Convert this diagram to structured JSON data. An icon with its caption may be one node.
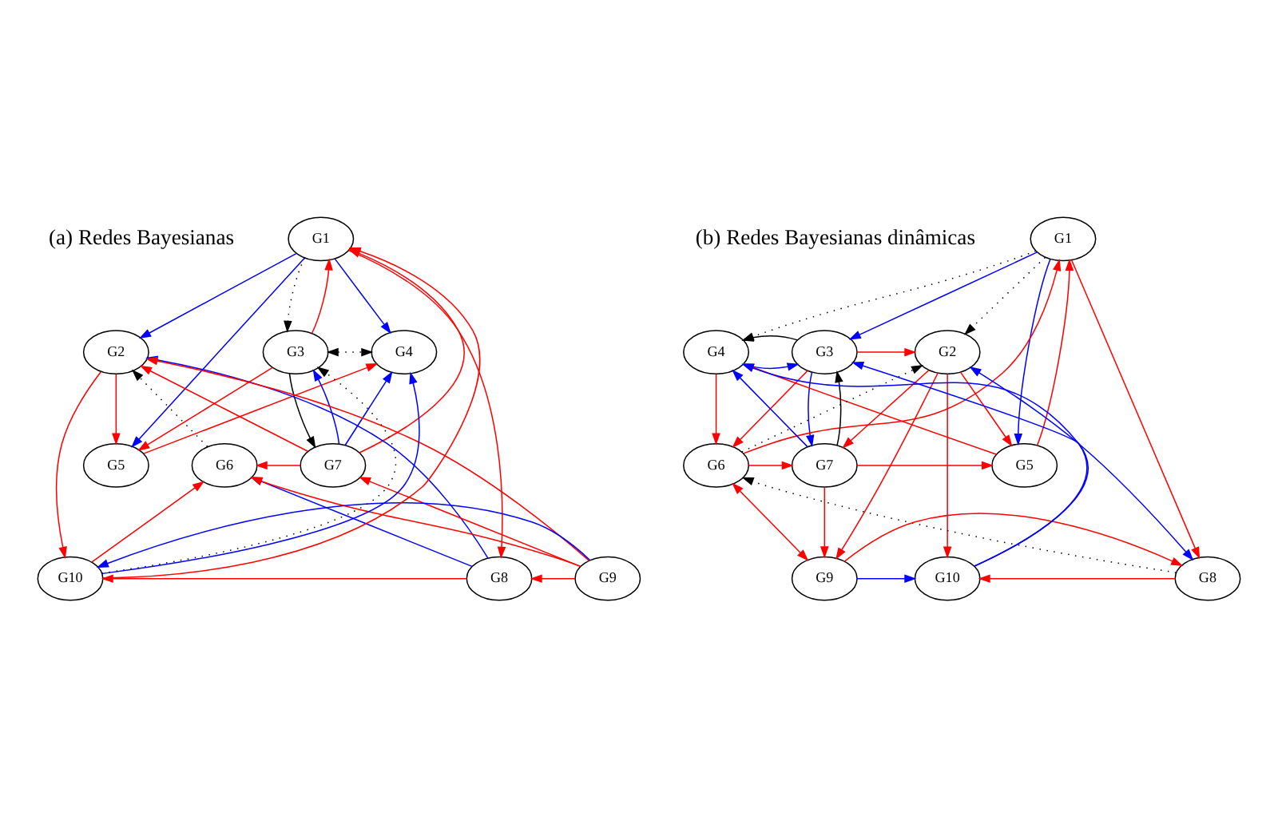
{
  "diagram": {
    "nodes": [
      {
        "text": [
          "G1"
        ]
      },
      {
        "text": [
          "G2"
        ]
      },
      {
        "text": [
          "G3"
        ]
      },
      {
        "text": [
          "G4"
        ]
      },
      {
        "text": [
          "G5"
        ]
      },
      {
        "text": [
          "G6"
        ]
      },
      {
        "text": [
          "G7"
        ]
      },
      {
        "text": [
          "G8"
        ]
      },
      {
        "text": [
          "G9"
        ]
      },
      {
        "text": [
          "G10"
        ]
      },
      {
        "text": [
          "G1"
        ]
      },
      {
        "text": [
          "G2"
        ]
      },
      {
        "text": [
          "G3"
        ]
      },
      {
        "text": [
          "G4"
        ]
      },
      {
        "text": [
          "G5"
        ]
      },
      {
        "text": [
          "G6"
        ]
      },
      {
        "text": [
          "G7"
        ]
      },
      {
        "text": [
          "G8"
        ]
      },
      {
        "text": [
          "G9"
        ]
      },
      {
        "text": [
          "G10"
        ]
      }
    ],
    "edges": [
      {
        "from": 0,
        "to": 1,
        "arrow": "to",
        "color": "#0000ff"
      },
      {
        "from": 0,
        "to": 4,
        "arrow": "to",
        "color": "#0000ff"
      },
      {
        "from": 0,
        "to": 3,
        "arrow": "to",
        "color": "#0000ff"
      },
      {
        "from": 0,
        "to": 2,
        "arrow": "to",
        "style": "dashed",
        "color": "#000000"
      },
      {
        "from": 2,
        "to": 0,
        "arrow": "to"
      },
      {
        "from": 0,
        "to": 7,
        "arrow": "to"
      },
      {
        "from": 6,
        "to": 0,
        "arrow": "to"
      },
      {
        "from": 9,
        "to": 0,
        "arrow": "to"
      },
      {
        "from": 2,
        "to": 3,
        "arrow": "both",
        "style": "dashed",
        "color": "#000000"
      },
      {
        "from": 1,
        "to": 4,
        "arrow": "to"
      },
      {
        "from": 2,
        "to": 4,
        "arrow": "to"
      },
      {
        "from": 4,
        "to": 3,
        "arrow": "to"
      },
      {
        "from": 6,
        "to": 1,
        "arrow": "to"
      },
      {
        "from": 7,
        "to": 1,
        "arrow": "to",
        "color": "#0000ff"
      },
      {
        "from": 8,
        "to": 1,
        "arrow": "to"
      },
      {
        "from": 1,
        "to": 9,
        "arrow": "to"
      },
      {
        "from": 5,
        "to": 1,
        "arrow": "to",
        "style": "dashed",
        "color": "#000000"
      },
      {
        "from": 9,
        "to": 2,
        "arrow": "to",
        "style": "dashed",
        "color": "#000000"
      },
      {
        "from": 6,
        "to": 2,
        "arrow": "to",
        "color": "#0000ff"
      },
      {
        "from": 2,
        "to": 6,
        "arrow": "to",
        "color": "#000000"
      },
      {
        "from": 6,
        "to": 3,
        "arrow": "to",
        "color": "#0000ff"
      },
      {
        "from": 9,
        "to": 3,
        "arrow": "to",
        "color": "#0000ff"
      },
      {
        "from": 6,
        "to": 5,
        "arrow": "to"
      },
      {
        "from": 7,
        "to": 5,
        "arrow": "to",
        "color": "#0000ff"
      },
      {
        "from": 8,
        "to": 5,
        "arrow": "to"
      },
      {
        "from": 9,
        "to": 5,
        "arrow": "to"
      },
      {
        "from": 8,
        "to": 6,
        "arrow": "to"
      },
      {
        "from": 8,
        "to": 7,
        "arrow": "to"
      },
      {
        "from": 7,
        "to": 9,
        "arrow": "to"
      },
      {
        "from": 8,
        "to": 9,
        "arrow": "to",
        "color": "#0000ff"
      },
      {
        "from": 10,
        "to": 11,
        "arrow": "to",
        "style": "dashed",
        "color": "#000000"
      },
      {
        "from": 10,
        "to": 13,
        "arrow": "to",
        "style": "dashed",
        "color": "#000000"
      },
      {
        "from": 10,
        "to": 12,
        "arrow": "to",
        "color": "#0000ff"
      },
      {
        "from": 10,
        "to": 14,
        "arrow": "to",
        "color": "#0000ff"
      },
      {
        "from": 14,
        "to": 10,
        "arrow": "to"
      },
      {
        "from": 10,
        "to": 17,
        "arrow": "to"
      },
      {
        "from": 15,
        "to": 10,
        "arrow": "to"
      },
      {
        "from": 12,
        "to": 11,
        "arrow": "to"
      },
      {
        "from": 13,
        "to": 12,
        "arrow": "to",
        "color": "#0000ff"
      },
      {
        "from": 12,
        "to": 13,
        "arrow": "to",
        "color": "#000000"
      },
      {
        "from": 11,
        "to": 14,
        "arrow": "to"
      },
      {
        "from": 17,
        "to": 11,
        "arrow": "both",
        "color": "#0000ff"
      },
      {
        "from": 11,
        "to": 16,
        "arrow": "to"
      },
      {
        "from": 11,
        "to": 18,
        "arrow": "to"
      },
      {
        "from": 11,
        "to": 19,
        "arrow": "to"
      },
      {
        "from": 15,
        "to": 11,
        "arrow": "to",
        "style": "dashed",
        "color": "#000000"
      },
      {
        "from": 17,
        "to": 15,
        "arrow": "to",
        "style": "dashed",
        "color": "#000000"
      },
      {
        "from": 12,
        "to": 15,
        "arrow": "to"
      },
      {
        "from": 14,
        "to": 13,
        "arrow": "to"
      },
      {
        "from": 13,
        "to": 15,
        "arrow": "to"
      },
      {
        "from": 19,
        "to": 12,
        "arrow": "to",
        "color": "#0000ff"
      },
      {
        "from": 12,
        "to": 16,
        "arrow": "to",
        "color": "#0000ff"
      },
      {
        "from": 16,
        "to": 12,
        "arrow": "to",
        "color": "#000000"
      },
      {
        "from": 16,
        "to": 13,
        "arrow": "to",
        "color": "#0000ff"
      },
      {
        "from": 19,
        "to": 13,
        "arrow": "to",
        "color": "#0000ff"
      },
      {
        "from": 15,
        "to": 16,
        "arrow": "to"
      },
      {
        "from": 16,
        "to": 14,
        "arrow": "to"
      },
      {
        "from": 15,
        "to": 18,
        "arrow": "both"
      },
      {
        "from": 16,
        "to": 18,
        "arrow": "to"
      },
      {
        "from": 18,
        "to": 17,
        "arrow": "to"
      },
      {
        "from": 18,
        "to": 19,
        "arrow": "to",
        "color": "#0000ff"
      },
      {
        "from": 17,
        "to": 19,
        "arrow": "to"
      }
    ],
    "labels": [
      "(a) Redes Bayesianas",
      "(b) Redes Bayesianas dinâmicas"
    ]
  }
}
